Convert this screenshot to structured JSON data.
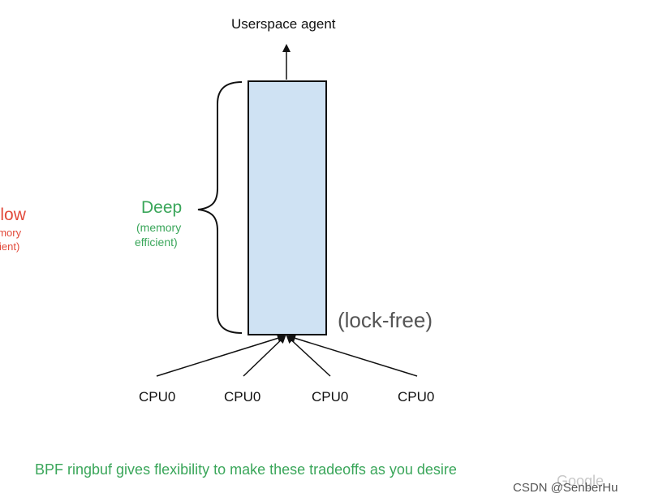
{
  "diagram": {
    "title": "Userspace agent",
    "cpus": [
      "CPU0",
      "CPU0",
      "CPU0",
      "CPU0"
    ],
    "deep": {
      "label": "Deep",
      "line1": "(memory",
      "line2": "efficient)"
    },
    "shallow": {
      "label": "allow",
      "line1": "emory",
      "line2": "ficient)"
    },
    "lock_free": "(lock-free)",
    "footer": "BPF ringbuf gives flexibility to make these tradeoffs as you desire",
    "brand": "Google",
    "watermark": "CSDN @SenberHu"
  },
  "colors": {
    "buffer_fill": "#cfe2f3",
    "green": "#3aa65a",
    "red": "#e24a3b",
    "line": "#111111"
  }
}
